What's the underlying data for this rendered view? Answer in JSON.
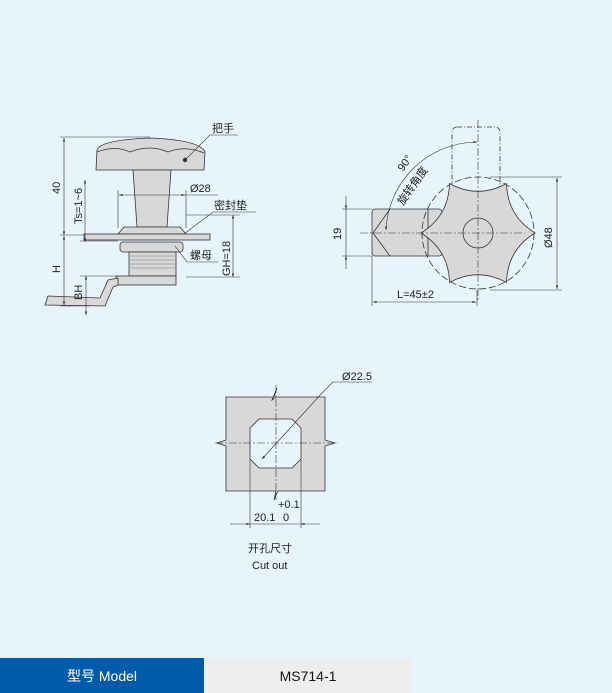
{
  "side_view": {
    "handle_label": "把手",
    "seal_label": "密封垫",
    "nut_label": "螺母",
    "dim_height": "40",
    "dim_thickness": "Ts=1~6",
    "dim_h": "H",
    "dim_bh": "BH",
    "dim_gh": "GH=18",
    "dim_diameter": "Ø28"
  },
  "front_view": {
    "angle": "90°",
    "angle_label": "旋转角度",
    "dim_width": "19",
    "dim_diameter": "Ø48",
    "dim_length": "L=45±2"
  },
  "cutout": {
    "dim_diameter": "Ø22.5",
    "tol_upper": "+0.1",
    "dim_width": "20.1",
    "tol_lower": "0",
    "label_cn": "开孔尺寸",
    "label_en": "Cut out"
  },
  "footer": {
    "model_label": "型号 Model",
    "model_value": "MS714-1"
  }
}
